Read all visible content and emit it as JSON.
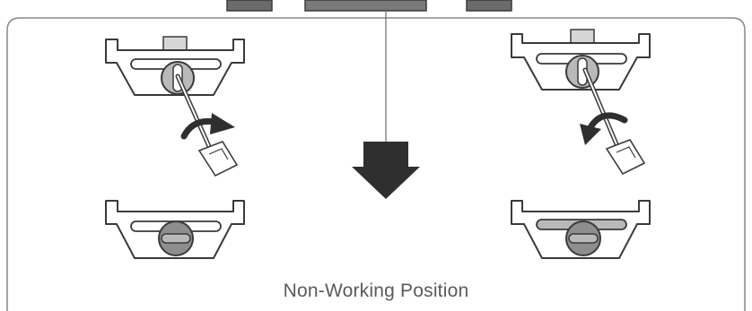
{
  "caption": "Non-Working Position",
  "colors": {
    "stroke": "#3a3a3a",
    "panel_border": "#8a8a8a",
    "body_fill": "#ffffff",
    "knob_fill": "#b9b9b9",
    "knob_dark": "#8e8e8e",
    "tab_fill": "#d6d6d6",
    "arrow_fill": "#2f2f2f",
    "photo_fill": "#6b6b6b"
  },
  "icons": {
    "top_left": "bracket-with-screwdriver-turning-clockwise",
    "top_right": "bracket-with-screwdriver-turning-counterclockwise",
    "bottom_left": "bracket-knob-slot-horizontal",
    "bottom_right": "bracket-knob-slot-horizontal",
    "center": "down-arrow"
  }
}
